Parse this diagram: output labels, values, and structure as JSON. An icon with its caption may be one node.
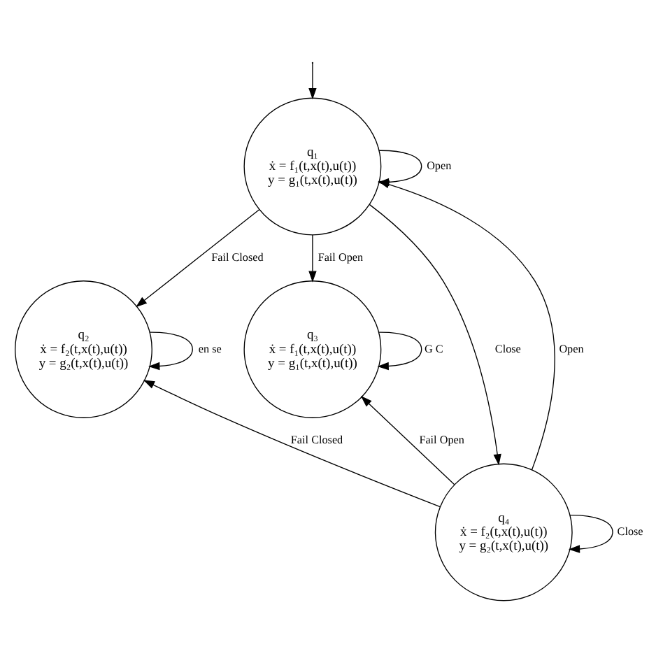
{
  "diagram": {
    "nodes": [
      {
        "text": [
          "q₁",
          "ẋ = f₁(t,x(t),u(t))",
          "y = g₁(t,x(t),u(t))"
        ]
      },
      {
        "text": [
          "q₂",
          "ẋ = f₂(t,x(t),u(t))",
          "y = g₂(t,x(t),u(t))"
        ]
      },
      {
        "text": [
          "q₃",
          "ẋ = f₁(t,x(t),u(t))",
          "y = g₁(t,x(t),u(t))"
        ]
      },
      {
        "text": [
          "q₄",
          "ẋ = f₂(t,x(t),u(t))",
          "y = g₂(t,x(t),u(t))"
        ]
      }
    ],
    "edges": [
      {
        "from": null,
        "to": 0,
        "arrow": "to"
      },
      {
        "from": 0,
        "to": 0,
        "arrow": "to",
        "label": "Open"
      },
      {
        "from": 0,
        "to": 1,
        "arrow": "to",
        "label": "Fail Closed"
      },
      {
        "from": 0,
        "to": 2,
        "arrow": "to",
        "label": "Fail Open"
      },
      {
        "from": 0,
        "to": 3,
        "arrow": "to",
        "label": "Close"
      },
      {
        "from": 3,
        "to": 0,
        "arrow": "to",
        "label": "Open"
      },
      {
        "from": 1,
        "to": 1,
        "arrow": "to",
        "label": "en se"
      },
      {
        "from": 2,
        "to": 2,
        "arrow": "to",
        "label": "G C"
      },
      {
        "from": 3,
        "to": 1,
        "arrow": "to",
        "label": "Fail Closed"
      },
      {
        "from": 3,
        "to": 2,
        "arrow": "to",
        "label": "Fail Open"
      },
      {
        "from": 3,
        "to": 3,
        "arrow": "to",
        "label": "Close"
      }
    ]
  }
}
